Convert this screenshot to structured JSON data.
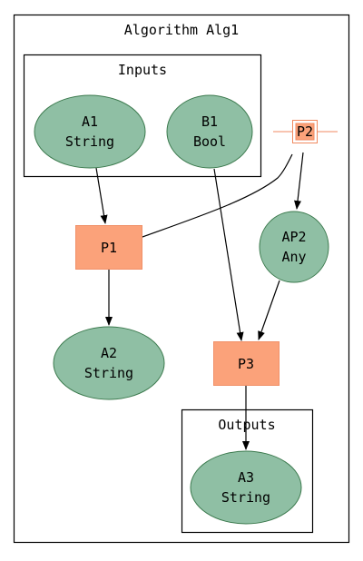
{
  "diagram": {
    "title": "Algorithm Alg1",
    "inputs_label": "Inputs",
    "outputs_label": "Outputs",
    "colors": {
      "data_fill": "#8fbfa4",
      "data_stroke": "#3c7a4e",
      "process_fill": "#fba27a",
      "process_stroke": "#f09068",
      "edge": "#000000",
      "port_line": "#f08a60"
    },
    "nodes": {
      "A1": {
        "name": "A1",
        "type": "String"
      },
      "B1": {
        "name": "B1",
        "type": "Bool"
      },
      "AP2": {
        "name": "AP2",
        "type": "Any"
      },
      "A2": {
        "name": "A2",
        "type": "String"
      },
      "A3": {
        "name": "A3",
        "type": "String"
      },
      "P1": {
        "name": "P1"
      },
      "P2": {
        "name": "P2"
      },
      "P3": {
        "name": "P3"
      }
    },
    "edges": [
      {
        "from": "A1",
        "to": "P1"
      },
      {
        "from": "B1",
        "to": "P3"
      },
      {
        "from": "P2",
        "to": "AP2"
      },
      {
        "from": "P1",
        "to": "P2"
      },
      {
        "from": "P1",
        "to": "A2"
      },
      {
        "from": "AP2",
        "to": "P3"
      },
      {
        "from": "P3",
        "to": "A3"
      }
    ]
  }
}
